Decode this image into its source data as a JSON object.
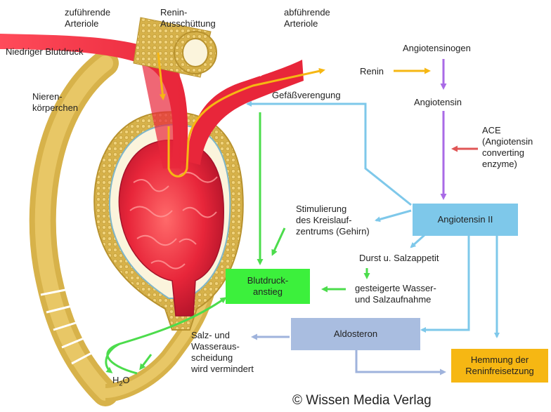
{
  "labels": {
    "zufuehrende_arteriole": "zuführende\nArteriole",
    "renin_ausschuettung": "Renin-\nAusschüttung",
    "abfuehrende_arteriole": "abführende\nArteriole",
    "niedriger_blutdruck": "Niedriger Blutdruck",
    "nierenkoerperchen": "Nieren-\nkörperchen",
    "angiotensinogen": "Angiotensinogen",
    "renin": "Renin",
    "angiotensin": "Angiotensin",
    "gefaessverengung": "Gefäßverengung",
    "ace": "ACE\n(Angiotensin\nconverting\nenzyme)",
    "stimulierung": "Stimulierung\ndes Kreislauf-\nzentrums (Gehirn)",
    "durst": "Durst u. Salzappetit",
    "gesteigerte": "gesteigerte Wasser-\nund Salzaufnahme",
    "salz_wasser": "Salz- und\nWasseraus-\nscheidung\nwird vermindert",
    "h2o_h": "H",
    "h2o_sub": "2",
    "h2o_o": "O"
  },
  "boxes": {
    "angiotensin_ii": "Angiotensin II",
    "blutdruckanstieg": "Blutdruck-\nanstieg",
    "aldosteron": "Aldosteron",
    "hemmung": "Hemmung der\nReninfreisetzung"
  },
  "colors": {
    "box_blue": "#7ec8ea",
    "box_green": "#3cf03c",
    "box_lavender": "#a9bde0",
    "box_orange": "#f6b713",
    "arrow_blue": "#7ec8ea",
    "arrow_green": "#4cdc4c",
    "arrow_purple": "#a96ae6",
    "arrow_orange": "#f6b713",
    "arrow_red": "#e05656",
    "vessel_red": "#e8263a",
    "tubule_gold": "#d7b24a"
  },
  "footer": {
    "copyright": "© Wissen Media Verlag"
  }
}
